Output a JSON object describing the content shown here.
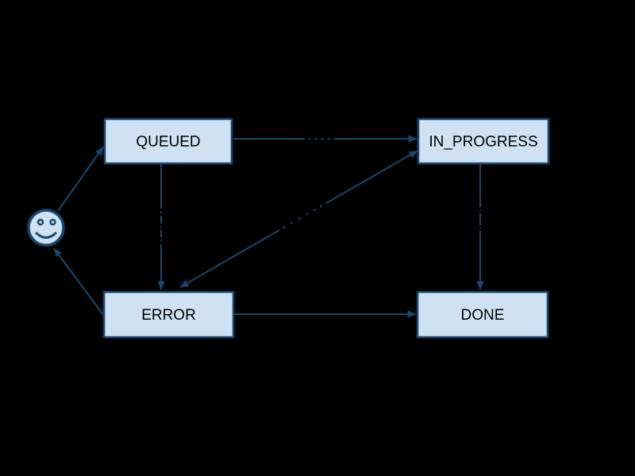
{
  "diagram": {
    "type": "state-machine",
    "background_color": "#000000",
    "node_fill_color": "#cfe2f3",
    "line_color": "#174870",
    "node_text_color": "#000000",
    "start_icon": "smiley-face-icon",
    "nodes": [
      {
        "id": "start",
        "shape": "smiley-circle",
        "label": ""
      },
      {
        "id": "queued",
        "shape": "rect",
        "label": "QUEUED"
      },
      {
        "id": "in_progress",
        "shape": "rect",
        "label": "IN_PROGRESS"
      },
      {
        "id": "error",
        "shape": "rect",
        "label": "ERROR"
      },
      {
        "id": "done",
        "shape": "rect",
        "label": "DONE"
      }
    ],
    "edges": [
      {
        "from": "start",
        "to": "queued",
        "dir": "forward",
        "has_hidden_label": false
      },
      {
        "from": "queued",
        "to": "in_progress",
        "dir": "forward",
        "has_hidden_label": true
      },
      {
        "from": "queued",
        "to": "error",
        "dir": "forward",
        "has_hidden_label": true
      },
      {
        "from": "in_progress",
        "to": "error",
        "dir": "both",
        "has_hidden_label": true
      },
      {
        "from": "in_progress",
        "to": "done",
        "dir": "forward",
        "has_hidden_label": true
      },
      {
        "from": "error",
        "to": "done",
        "dir": "forward",
        "has_hidden_label": false
      },
      {
        "from": "error",
        "to": "start",
        "dir": "forward",
        "has_hidden_label": false
      }
    ]
  }
}
